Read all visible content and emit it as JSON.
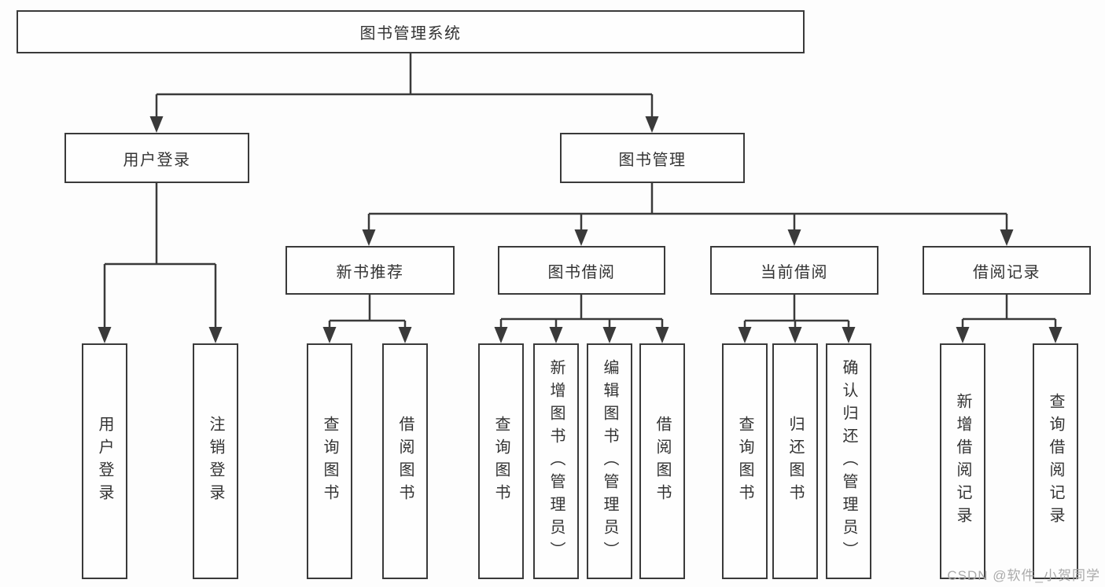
{
  "watermark": "CSDN @软件_小贺同学",
  "colors": {
    "line": "#3a3a3a",
    "box_border": "#3a3a3a",
    "box_background": "#fefefe",
    "page_background": "#fdfdfd",
    "text": "#333333",
    "watermark": "#aaaaaa"
  },
  "tree": {
    "label": "图书管理系统",
    "children": [
      {
        "label": "用户登录",
        "children": [
          {
            "label": "用户登录"
          },
          {
            "label": "注销登录"
          }
        ]
      },
      {
        "label": "图书管理",
        "children": [
          {
            "label": "新书推荐",
            "children": [
              {
                "label": "查询图书"
              },
              {
                "label": "借阅图书"
              }
            ]
          },
          {
            "label": "图书借阅",
            "children": [
              {
                "label": "查询图书"
              },
              {
                "label": "新增图书（管理员）"
              },
              {
                "label": "编辑图书（管理员）"
              },
              {
                "label": "借阅图书"
              }
            ]
          },
          {
            "label": "当前借阅",
            "children": [
              {
                "label": "查询图书"
              },
              {
                "label": "归还图书"
              },
              {
                "label": "确认归还（管理员）"
              }
            ]
          },
          {
            "label": "借阅记录",
            "children": [
              {
                "label": "新增借阅记录"
              },
              {
                "label": "查询借阅记录"
              }
            ]
          }
        ]
      }
    ]
  }
}
